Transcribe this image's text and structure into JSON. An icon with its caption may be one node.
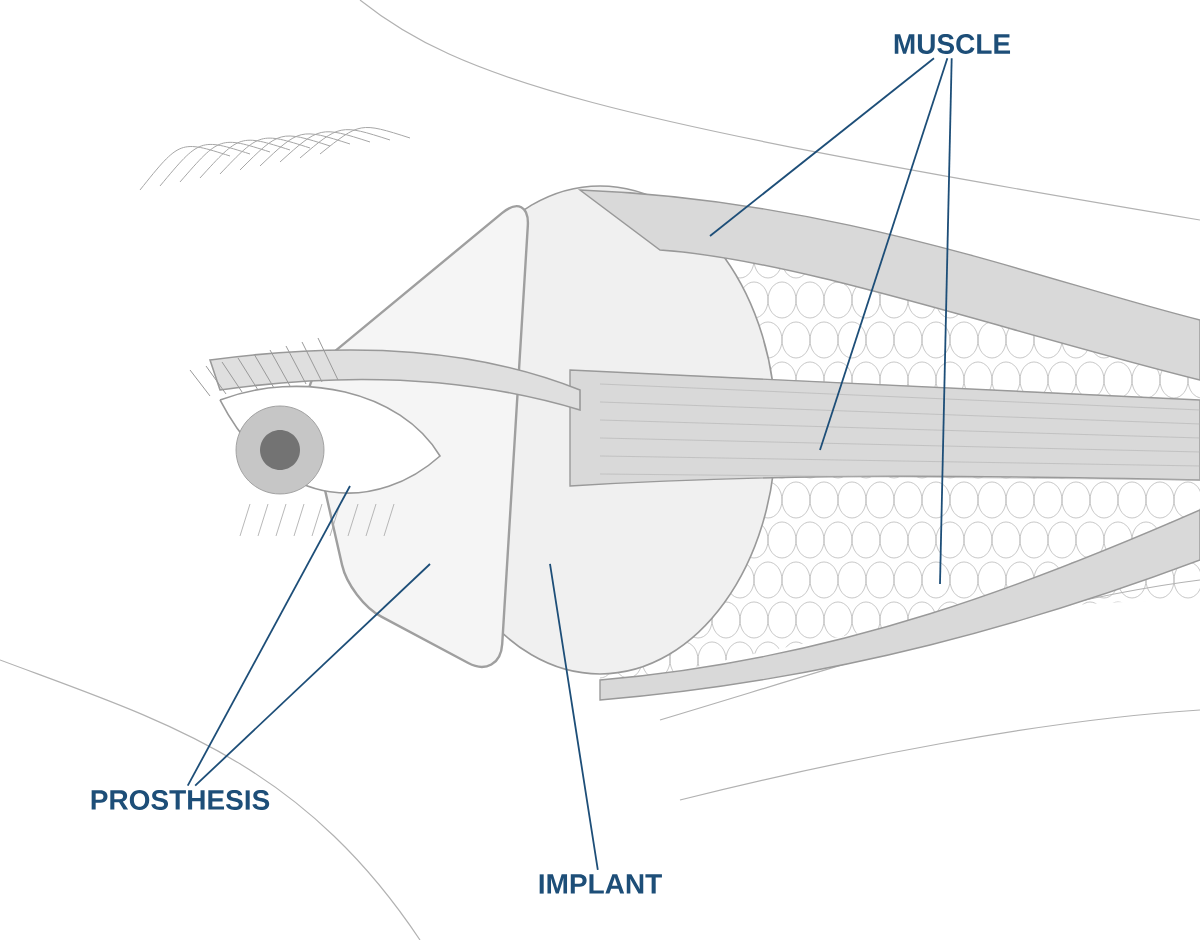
{
  "diagram": {
    "nodes": [
      {
        "text": [
          "MUSCLE"
        ]
      },
      {
        "text": [
          "PROSTHESIS"
        ]
      },
      {
        "text": [
          "IMPLANT"
        ]
      }
    ],
    "edges": [
      {
        "from": 0,
        "to": null,
        "arrow": "none"
      },
      {
        "from": 0,
        "to": null,
        "arrow": "none"
      },
      {
        "from": 0,
        "to": null,
        "arrow": "none"
      },
      {
        "from": 1,
        "to": null,
        "arrow": "none"
      },
      {
        "from": 1,
        "to": null,
        "arrow": "none"
      },
      {
        "from": 2,
        "to": null,
        "arrow": "none"
      }
    ]
  }
}
